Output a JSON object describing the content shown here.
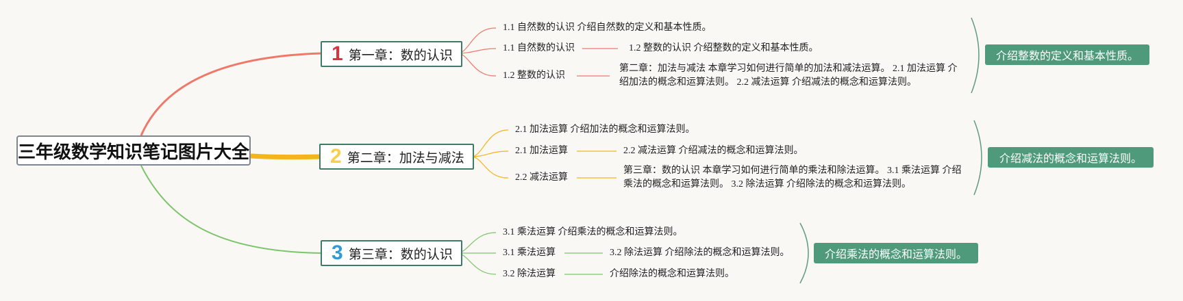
{
  "root": {
    "title": "三年级数学知识笔记图片大全"
  },
  "colors": {
    "branch1": "#f07868",
    "branch2": "#f3b41c",
    "branch3": "#7cc46a",
    "num1": "#d9343e",
    "num2": "#f6cf4c",
    "num3": "#2f9ad6",
    "summary_bg": "#4f9a7a",
    "brace": "#5e9a80"
  },
  "chapters": [
    {
      "num": "1",
      "title": "第一章：数的认识",
      "leaves": [
        {
          "text": "1.1 自然数的认识 介绍自然数的定义和基本性质。"
        },
        {
          "text": "1.1 自然数的认识",
          "detail": "1.2 整数的认识 介绍整数的定义和基本性质。"
        },
        {
          "text": "1.2 整数的认识",
          "detail": "第二章：加法与减法 本章学习如何进行简单的加法和减法运算。 2.1 加法运算 介绍加法的概念和运算法则。 2.2 减法运算 介绍减法的概念和运算法则。"
        }
      ],
      "summary": "介绍整数的定义和基本性质。"
    },
    {
      "num": "2",
      "title": "第二章：加法与减法",
      "leaves": [
        {
          "text": "2.1 加法运算 介绍加法的概念和运算法则。"
        },
        {
          "text": "2.1 加法运算",
          "detail": "2.2 减法运算 介绍减法的概念和运算法则。"
        },
        {
          "text": "2.2 减法运算",
          "detail": "第三章：数的认识 本章学习如何进行简单的乘法和除法运算。 3.1 乘法运算 介绍乘法的概念和运算法则。 3.2 除法运算 介绍除法的概念和运算法则。"
        }
      ],
      "summary": "介绍减法的概念和运算法则。"
    },
    {
      "num": "3",
      "title": "第三章：数的认识",
      "leaves": [
        {
          "text": "3.1 乘法运算 介绍乘法的概念和运算法则。"
        },
        {
          "text": "3.1 乘法运算",
          "detail": "3.2 除法运算 介绍除法的概念和运算法则。"
        },
        {
          "text": "3.2 除法运算",
          "detail": "介绍除法的概念和运算法则。"
        }
      ],
      "summary": "介绍乘法的概念和运算法则。"
    }
  ]
}
